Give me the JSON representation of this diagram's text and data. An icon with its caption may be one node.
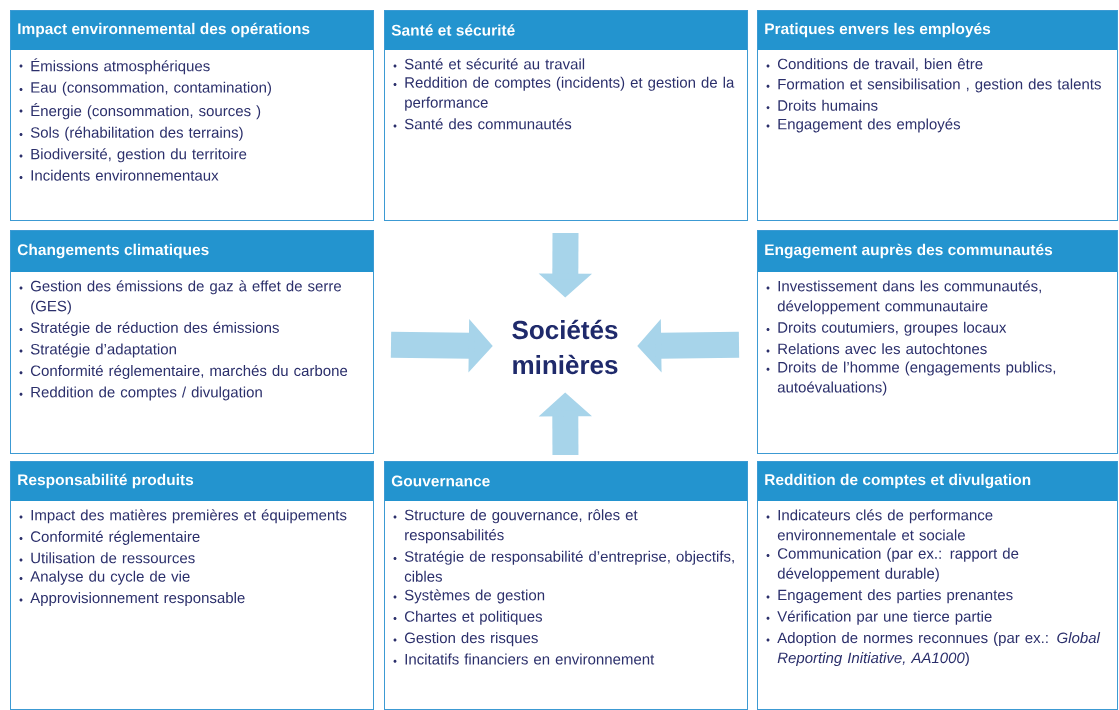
{
  "diagram": {
    "nodes": [
      {
        "text": [
          "Impact environnemental des opérations",
          "Émissions atmosphériques",
          "Eau (consommation, contamination)",
          "Énergie (consommation, sources )",
          "Sols (réhabilitation des terrains)",
          "Biodiversité, gestion du territoire",
          "Incidents environnementaux"
        ]
      },
      {
        "text": [
          "Santé et sécurité",
          "Santé et sécurité au travail",
          "Reddition de comptes (incidents) et gestion de la performance",
          "Santé des communautés"
        ]
      },
      {
        "text": [
          "Pratiques envers les employés",
          "Conditions de travail, bien être",
          "Formation et sensibilisation , gestion des talents",
          "Droits humains",
          "Engagement des employés"
        ]
      },
      {
        "text": [
          "Changements climatiques",
          "Gestion des émissions de gaz à effet de serre (GES)",
          "Stratégie de réduction des émissions",
          "Stratégie d’adaptation",
          "Conformité réglementaire, marchés du carbone",
          "Reddition de comptes / divulgation"
        ]
      },
      {
        "text": [
          "Sociétés minières"
        ]
      },
      {
        "text": [
          "Engagement auprès des communautés",
          "Investissement dans les communautés, développement communautaire",
          "Droits coutumiers, groupes locaux",
          "Relations avec les autochtones",
          "Droits de l’homme (engagements publics, autoévaluations)"
        ]
      },
      {
        "text": [
          "Responsabilité produits",
          "Impact des matières premières et équipements",
          "Conformité réglementaire",
          "Utilisation de ressources",
          "Analyse du cycle de vie",
          "Approvisionnement responsable"
        ]
      },
      {
        "text": [
          "Gouvernance",
          "Structure de gouvernance, rôles et responsabilités",
          "Stratégie de responsabilité d’entreprise, objectifs, cibles",
          "Systèmes de gestion",
          "Chartes et politiques",
          "Gestion des risques",
          "Incitatifs financiers en environnement"
        ]
      },
      {
        "text": [
          "Reddition de comptes et divulgation",
          "Indicateurs clés de performance environnementale et sociale",
          "Communication (par ex.: rapport de développement durable)",
          "Engagement des parties prenantes",
          "Vérification par une tierce partie",
          "Adoption de normes reconnues (par ex.: *Global Reporting Initiative, AA1000*)"
        ]
      }
    ],
    "edges": [
      {
        "from": 1,
        "to": 4,
        "arrow": "to"
      },
      {
        "from": 3,
        "to": 4,
        "arrow": "to"
      },
      {
        "from": 5,
        "to": 4,
        "arrow": "to"
      },
      {
        "from": 7,
        "to": 4,
        "arrow": "to"
      }
    ]
  }
}
